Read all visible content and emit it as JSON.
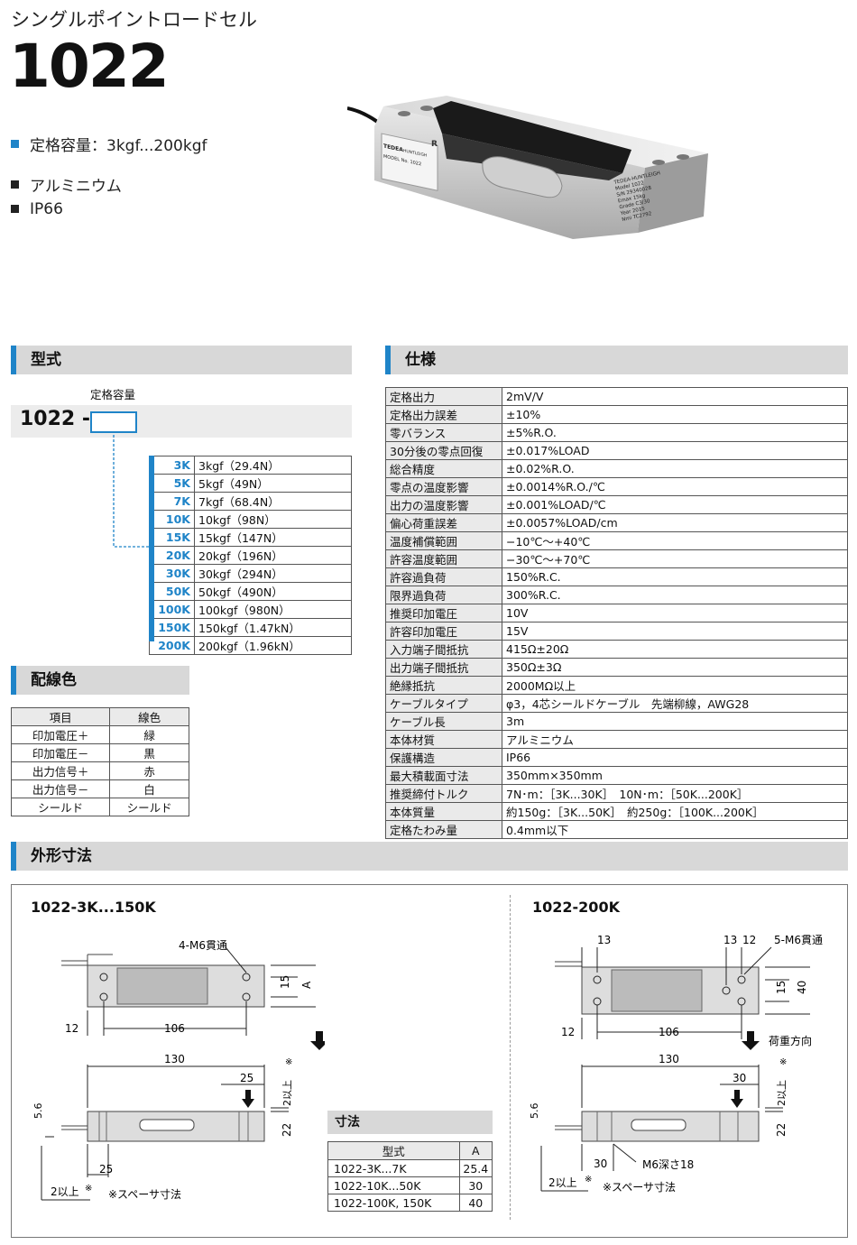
{
  "header": {
    "subtitle": "シングルポイントロードセル",
    "model": "1022"
  },
  "bullets": [
    {
      "text": "定格容量：3kgf...200kgf",
      "color": "#1f84c8"
    },
    {
      "text": "アルミニウム",
      "color": "#222222"
    },
    {
      "text": "IP66",
      "color": "#222222"
    }
  ],
  "photo_labels": {
    "left_brand": "TEDEA",
    "left_brand2": "HUNTLEIGH",
    "left_model": "MODEL No. 1022",
    "right_lines": [
      "TEDEA-HUNTLEIGH",
      "Model 1022",
      "S/N 29340028",
      "Emax 15kg",
      "Grade C3/30",
      "Year 2015",
      "Nmi TC2792"
    ],
    "r_mark": "R"
  },
  "model_section": {
    "title": "型式",
    "capacity_label": "定格容量",
    "prefix": "1022 -",
    "rows": [
      {
        "code": "3K",
        "desc": "3kgf（29.4N）"
      },
      {
        "code": "5K",
        "desc": "5kgf（49N）"
      },
      {
        "code": "7K",
        "desc": "7kgf（68.4N）"
      },
      {
        "code": "10K",
        "desc": "10kgf（98N）"
      },
      {
        "code": "15K",
        "desc": "15kgf（147N）"
      },
      {
        "code": "20K",
        "desc": "20kgf（196N）"
      },
      {
        "code": "30K",
        "desc": "30kgf（294N）"
      },
      {
        "code": "50K",
        "desc": "50kgf（490N）"
      },
      {
        "code": "100K",
        "desc": "100kgf（980N）"
      },
      {
        "code": "150K",
        "desc": "150kgf（1.47kN）"
      },
      {
        "code": "200K",
        "desc": "200kgf（1.96kN）"
      }
    ]
  },
  "spec_section": {
    "title": "仕様",
    "rows": [
      {
        "k": "定格出力",
        "v": "2mV/V"
      },
      {
        "k": "定格出力誤差",
        "v": "±10%"
      },
      {
        "k": "零バランス",
        "v": "±5%R.O."
      },
      {
        "k": "30分後の零点回復",
        "v": "±0.017%LOAD"
      },
      {
        "k": "総合精度",
        "v": "±0.02%R.O."
      },
      {
        "k": "零点の温度影響",
        "v": "±0.0014%R.O./℃"
      },
      {
        "k": "出力の温度影響",
        "v": "±0.001%LOAD/℃"
      },
      {
        "k": "偏心荷重誤差",
        "v": "±0.0057%LOAD/cm"
      },
      {
        "k": "温度補償範囲",
        "v": "−10℃〜+40℃"
      },
      {
        "k": "許容温度範囲",
        "v": "−30℃〜+70℃"
      },
      {
        "k": "許容過負荷",
        "v": "150%R.C."
      },
      {
        "k": "限界過負荷",
        "v": "300%R.C."
      },
      {
        "k": "推奨印加電圧",
        "v": "10V"
      },
      {
        "k": "許容印加電圧",
        "v": "15V"
      },
      {
        "k": "入力端子間抵抗",
        "v": "415Ω±20Ω"
      },
      {
        "k": "出力端子間抵抗",
        "v": "350Ω±3Ω"
      },
      {
        "k": "絶縁抵抗",
        "v": "2000MΩ以上"
      },
      {
        "k": "ケーブルタイプ",
        "v": "φ3，4芯シールドケーブル　先端柳線，AWG28"
      },
      {
        "k": "ケーブル長",
        "v": "3m"
      },
      {
        "k": "本体材質",
        "v": "アルミニウム"
      },
      {
        "k": "保護構造",
        "v": "IP66"
      },
      {
        "k": "最大積載面寸法",
        "v": "350mm×350mm"
      },
      {
        "k": "推奨締付トルク",
        "v": "7N･m：［3K...30K］　10N･m：［50K...200K］"
      },
      {
        "k": "本体質量",
        "v": "約150g：［3K...50K］　約250g：［100K...200K］"
      },
      {
        "k": "定格たわみ量",
        "v": "0.4mm以下"
      }
    ]
  },
  "wiring_section": {
    "title": "配線色",
    "headers": [
      "項目",
      "線色"
    ],
    "rows": [
      [
        "印加電圧＋",
        "緑"
      ],
      [
        "印加電圧－",
        "黒"
      ],
      [
        "出力信号＋",
        "赤"
      ],
      [
        "出力信号－",
        "白"
      ],
      [
        "シールド",
        "シールド"
      ]
    ]
  },
  "dimension_section": {
    "title": "外形寸法",
    "left_title": "1022-3K...150K",
    "right_title": "1022-200K",
    "labels": {
      "holes_left": "4-M6貫通",
      "holes_right": "5-M6貫通",
      "load_dir": "荷重方向",
      "spacer_left": "※スペーサ寸法",
      "spacer_right": "※スペーサ寸法",
      "m6": "M6深さ18",
      "two_up": "2以上",
      "note_mark": "※"
    },
    "dims_left": {
      "d12": "12",
      "d106": "106",
      "d130": "130",
      "d25a": "25",
      "d25b": "25",
      "d15": "15",
      "dA": "A",
      "d22": "22",
      "d56": "5.6"
    },
    "dims_right": {
      "d13a": "13",
      "d13b": "13",
      "d12b": "12",
      "d12": "12",
      "d106": "106",
      "d130": "130",
      "d30a": "30",
      "d30b": "30",
      "d15": "15",
      "d40": "40",
      "d22": "22",
      "d56": "5.6"
    },
    "dim_table": {
      "title": "寸法",
      "headers": [
        "型式",
        "A"
      ],
      "rows": [
        [
          "1022-3K...7K",
          "25.4"
        ],
        [
          "1022-10K...50K",
          "30"
        ],
        [
          "1022-100K, 150K",
          "40"
        ]
      ]
    }
  }
}
